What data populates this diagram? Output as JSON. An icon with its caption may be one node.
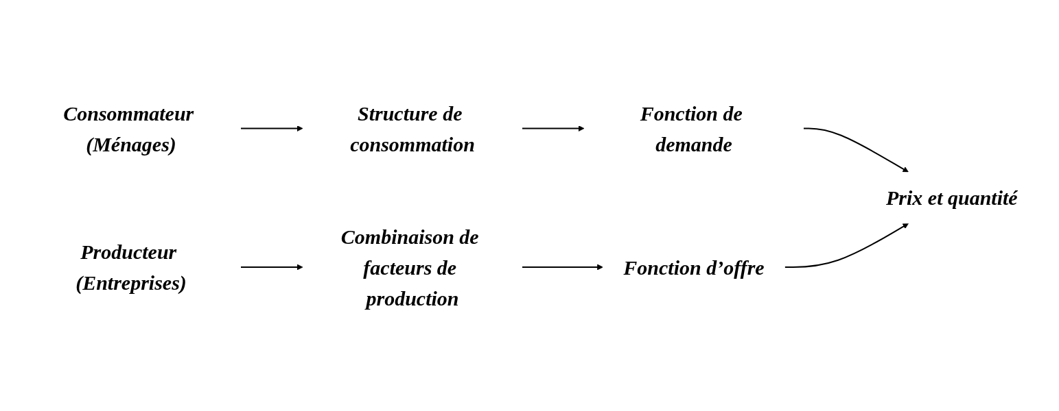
{
  "diagram": {
    "nodes": [
      {
        "text": [
          "Consommateur (Ménages)"
        ]
      },
      {
        "text": [
          "Structure de consommation"
        ]
      },
      {
        "text": [
          "Fonction de demande"
        ]
      },
      {
        "text": [
          "Prix et quantité"
        ]
      },
      {
        "text": [
          "Producteur (Entreprises)"
        ]
      },
      {
        "text": [
          "Combinaison de facteurs de production"
        ]
      },
      {
        "text": [
          "Fonction d’offre"
        ]
      }
    ],
    "edges": [
      {
        "from": 0,
        "to": 1,
        "arrow": "to"
      },
      {
        "from": 1,
        "to": 2,
        "arrow": "to"
      },
      {
        "from": 2,
        "to": 3,
        "arrow": "to"
      },
      {
        "from": 4,
        "to": 5,
        "arrow": "to"
      },
      {
        "from": 5,
        "to": 6,
        "arrow": "to"
      },
      {
        "from": 6,
        "to": 3,
        "arrow": "to"
      }
    ]
  }
}
